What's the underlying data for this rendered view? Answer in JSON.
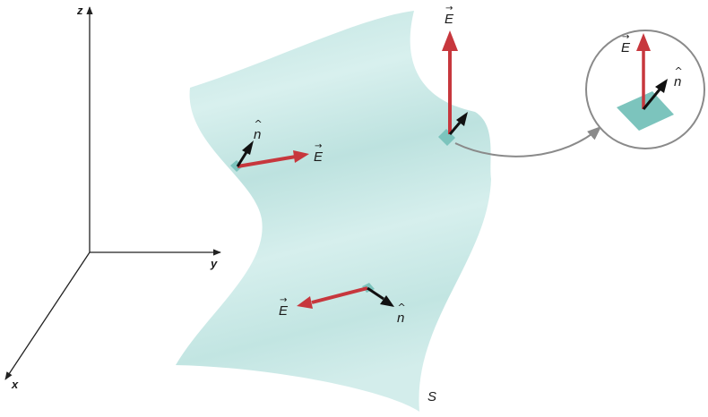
{
  "axes": {
    "z": "z",
    "y": "y",
    "x": "x"
  },
  "vectors": {
    "field": "E",
    "normal": "n"
  },
  "surface_label": "S",
  "colors": {
    "surface": "#c4e6e3",
    "patch": "#7cc4bd",
    "field_arrow": "#c7373d",
    "normal_arrow": "#111111",
    "axis": "#222222",
    "callout": "#8a8a8a"
  }
}
